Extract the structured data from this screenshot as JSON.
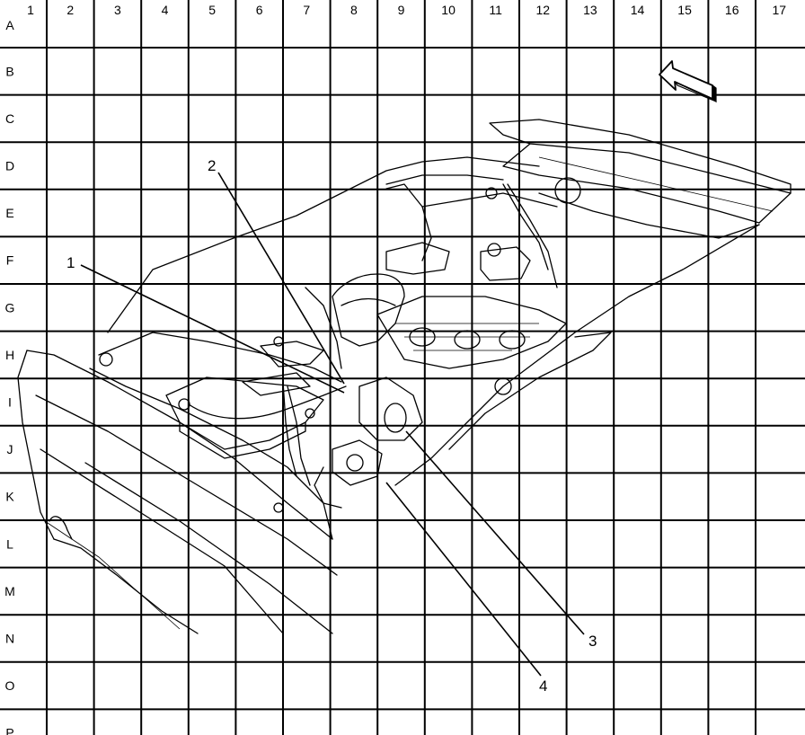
{
  "grid": {
    "columns": [
      "1",
      "2",
      "3",
      "4",
      "5",
      "6",
      "7",
      "8",
      "9",
      "10",
      "11",
      "12",
      "13",
      "14",
      "15",
      "16",
      "17"
    ],
    "rows": [
      "A",
      "B",
      "C",
      "D",
      "E",
      "F",
      "G",
      "H",
      "I",
      "J",
      "K",
      "L",
      "M",
      "N",
      "O",
      "P"
    ]
  },
  "callouts": [
    {
      "id": "1",
      "label": "1"
    },
    {
      "id": "2",
      "label": "2"
    },
    {
      "id": "3",
      "label": "3"
    },
    {
      "id": "4",
      "label": "4"
    }
  ],
  "icons": {
    "direction": "front-direction-arrow-icon"
  }
}
